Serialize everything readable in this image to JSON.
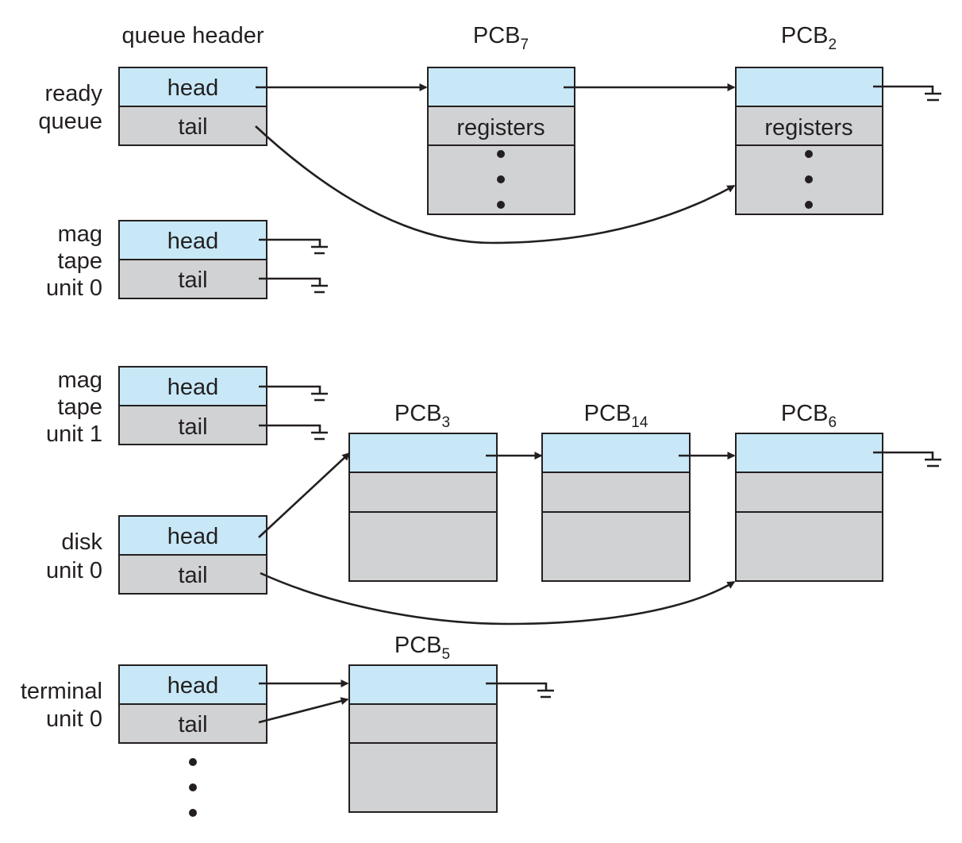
{
  "queue_header_title": "queue header",
  "field_labels": {
    "head": "head",
    "tail": "tail",
    "registers": "registers"
  },
  "pcb_prefix": "PCB",
  "pcbs": [
    {
      "id": "pcb7",
      "sub": "7"
    },
    {
      "id": "pcb2",
      "sub": "2"
    },
    {
      "id": "pcb3",
      "sub": "3"
    },
    {
      "id": "pcb14",
      "sub": "14"
    },
    {
      "id": "pcb6",
      "sub": "6"
    },
    {
      "id": "pcb5",
      "sub": "5"
    }
  ],
  "queues": [
    {
      "id": "ready",
      "label_lines": [
        "ready",
        "queue"
      ]
    },
    {
      "id": "mag0",
      "label_lines": [
        "mag",
        "tape",
        "unit 0"
      ]
    },
    {
      "id": "mag1",
      "label_lines": [
        "mag",
        "tape",
        "unit 1"
      ]
    },
    {
      "id": "disk0",
      "label_lines": [
        "disk",
        "unit 0"
      ]
    },
    {
      "id": "term0",
      "label_lines": [
        "terminal",
        "unit 0"
      ]
    }
  ],
  "colors": {
    "head_fill": "#c8e8f8",
    "body_fill": "#d1d2d4",
    "stroke": "#231f20",
    "background": "#ffffff"
  }
}
